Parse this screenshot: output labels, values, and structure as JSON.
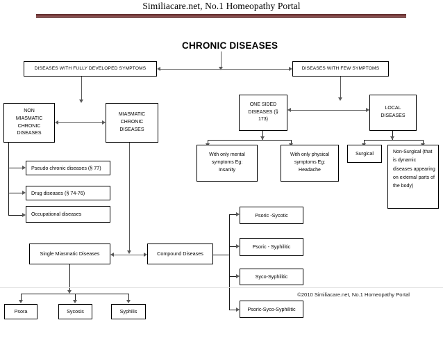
{
  "header": {
    "site_title": "Similiacare.net, No.1 Homeopathy Portal",
    "rule_color": "#7a3f3f"
  },
  "footer": {
    "copyright": "©2010 Similiacare.net, No.1 Homeopathy Portal"
  },
  "chart_data": {
    "type": "diagram",
    "title": "CHRONIC DISEASES",
    "nodes": [
      {
        "id": "root",
        "label": "CHRONIC DISEASES"
      },
      {
        "id": "fully_developed",
        "label": "DISEASES WITH FULLY DEVELOPED SYMPTOMS"
      },
      {
        "id": "few_symptoms",
        "label": "DISEASES WITH FEW SYMPTOMS"
      },
      {
        "id": "non_miasmatic",
        "label": "NON MIASMATIC CHRONIC DISEASES"
      },
      {
        "id": "miasmatic",
        "label": "MIASMATIC CHRONIC DISEASES"
      },
      {
        "id": "one_sided",
        "label": "ONE SIDED DISEASES (§ 173)"
      },
      {
        "id": "local",
        "label": "LOCAL DISEASES"
      },
      {
        "id": "pseudo",
        "label": "Pseudo chronic diseases (§ 77)"
      },
      {
        "id": "drug",
        "label": "Drug diseases (§ 74-76)"
      },
      {
        "id": "occupational",
        "label": "Occupational diseases"
      },
      {
        "id": "mental",
        "label": "With only mental symptoms Eg: Insanity"
      },
      {
        "id": "physical",
        "label": "With only physical symptoms Eg: Headache"
      },
      {
        "id": "surgical",
        "label": "Surgical"
      },
      {
        "id": "non_surgical",
        "label": "Non-Surgical (that is dynamic diseases appearing on external parts of the body)"
      },
      {
        "id": "single_miasmatic",
        "label": "Single Miasmatic Diseases"
      },
      {
        "id": "compound",
        "label": "Compound Diseases"
      },
      {
        "id": "psora",
        "label": "Psora"
      },
      {
        "id": "sycosis",
        "label": "Sycosis"
      },
      {
        "id": "syphilis",
        "label": "Syphilis"
      },
      {
        "id": "psoric_sycotic",
        "label": "Psoric -Sycotic"
      },
      {
        "id": "psoric_syphilitic",
        "label": "Psoric - Syphilitic"
      },
      {
        "id": "syco_syphilitic",
        "label": "Syco-Syphilitic"
      },
      {
        "id": "psoric_syco_syph",
        "label": "Psoric-Syco-Syphilitic"
      }
    ],
    "edges": [
      {
        "from": "root",
        "to": "fully_developed"
      },
      {
        "from": "root",
        "to": "few_symptoms"
      },
      {
        "from": "fully_developed",
        "to": "non_miasmatic"
      },
      {
        "from": "fully_developed",
        "to": "miasmatic"
      },
      {
        "from": "few_symptoms",
        "to": "one_sided"
      },
      {
        "from": "few_symptoms",
        "to": "local"
      },
      {
        "from": "non_miasmatic",
        "to": "pseudo"
      },
      {
        "from": "non_miasmatic",
        "to": "drug"
      },
      {
        "from": "non_miasmatic",
        "to": "occupational"
      },
      {
        "from": "one_sided",
        "to": "mental"
      },
      {
        "from": "one_sided",
        "to": "physical"
      },
      {
        "from": "local",
        "to": "surgical"
      },
      {
        "from": "local",
        "to": "non_surgical"
      },
      {
        "from": "miasmatic",
        "to": "single_miasmatic"
      },
      {
        "from": "miasmatic",
        "to": "compound"
      },
      {
        "from": "single_miasmatic",
        "to": "psora"
      },
      {
        "from": "single_miasmatic",
        "to": "sycosis"
      },
      {
        "from": "single_miasmatic",
        "to": "syphilis"
      },
      {
        "from": "compound",
        "to": "psoric_sycotic"
      },
      {
        "from": "compound",
        "to": "psoric_syphilitic"
      },
      {
        "from": "compound",
        "to": "syco_syphilitic"
      },
      {
        "from": "compound",
        "to": "psoric_syco_syph"
      }
    ]
  },
  "boxes": {
    "fully_developed": "DISEASES WITH FULLY DEVELOPED SYMPTOMS",
    "few_symptoms": "DISEASES WITH FEW SYMPTOMS",
    "non_miasmatic_l1": "NON",
    "non_miasmatic_l2": "MIASMATIC",
    "non_miasmatic_l3": "CHRONIC",
    "non_miasmatic_l4": "DISEASES",
    "miasmatic_l1": "MIASMATIC",
    "miasmatic_l2": "CHRONIC",
    "miasmatic_l3": "DISEASES",
    "one_sided_l1": "ONE SIDED",
    "one_sided_l2": "DISEASES (§",
    "one_sided_l3": "173)",
    "local_l1": "LOCAL",
    "local_l2": "DISEASES",
    "pseudo": "Pseudo chronic diseases (§ 77)",
    "drug": "Drug diseases (§ 74-76)",
    "occupational": "Occupational diseases",
    "mental_l1": "With only mental",
    "mental_l2": "symptoms Eg:",
    "mental_l3": "Insanity",
    "physical_l1": "With only physical",
    "physical_l2": "symptoms Eg:",
    "physical_l3": "Headache",
    "surgical": "Surgical",
    "non_surgical": "Non-Surgical (that is dynamic diseases appearing on external parts of the body)",
    "single_miasmatic": "Single Miasmatic Diseases",
    "compound": "Compound Diseases",
    "psora": "Psora",
    "sycosis": "Sycosis",
    "syphilis": "Syphilis",
    "psoric_sycotic": "Psoric -Sycotic",
    "psoric_syphilitic": "Psoric - Syphilitic",
    "syco_syphilitic": "Syco-Syphilitic",
    "psoric_syco_syphilitic": "Psoric-Syco-Syphilitic"
  }
}
